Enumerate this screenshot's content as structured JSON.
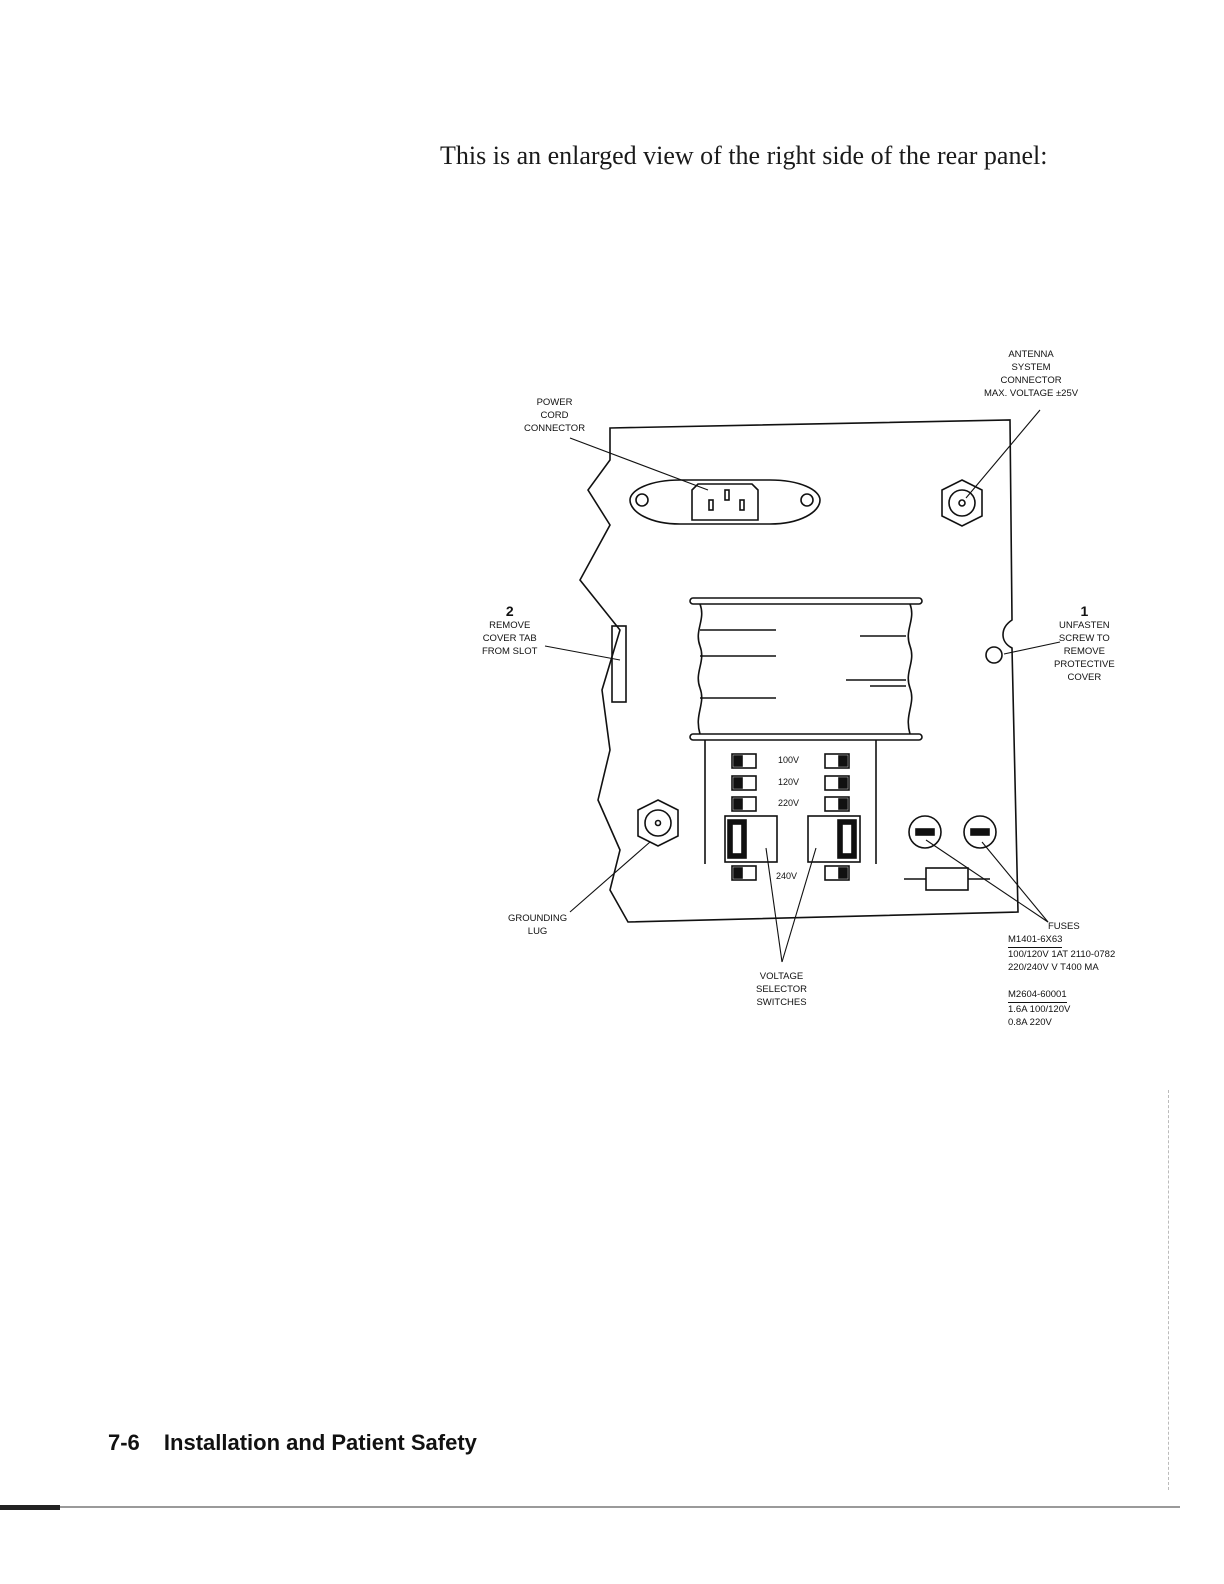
{
  "intro": {
    "text": "This is an enlarged view of the right side of the rear panel:"
  },
  "diagram": {
    "antenna": {
      "lines": [
        "ANTENNA",
        "SYSTEM",
        "CONNECTOR",
        "MAX. VOLTAGE ±25V"
      ]
    },
    "power_cord": {
      "lines": [
        "POWER",
        "CORD",
        "CONNECTOR"
      ]
    },
    "remove_tab": {
      "number": "2",
      "lines": [
        "REMOVE",
        "COVER TAB",
        "FROM SLOT"
      ]
    },
    "unfasten": {
      "number": "1",
      "lines": [
        "UNFASTEN",
        "SCREW TO",
        "REMOVE",
        "PROTECTIVE",
        "COVER"
      ]
    },
    "grounding": {
      "lines": [
        "GROUNDING",
        "LUG"
      ]
    },
    "voltage_selector": {
      "lines": [
        "VOLTAGE",
        "SELECTOR",
        "SWITCHES"
      ]
    },
    "switch_labels": [
      "100V",
      "120V",
      "220V",
      "240V"
    ],
    "fuses": {
      "title": "FUSES",
      "group1_heading": "M1401-6X63",
      "group1_lines": [
        "100/120V 1AT 2110-0782",
        "220/240V V T400 MA"
      ],
      "group2_heading": "M2604-60001",
      "group2_lines": [
        "1.6A 100/120V",
        "0.8A 220V"
      ]
    }
  },
  "footer": {
    "page_number": "7-6",
    "section_title": "Installation and Patient Safety"
  }
}
